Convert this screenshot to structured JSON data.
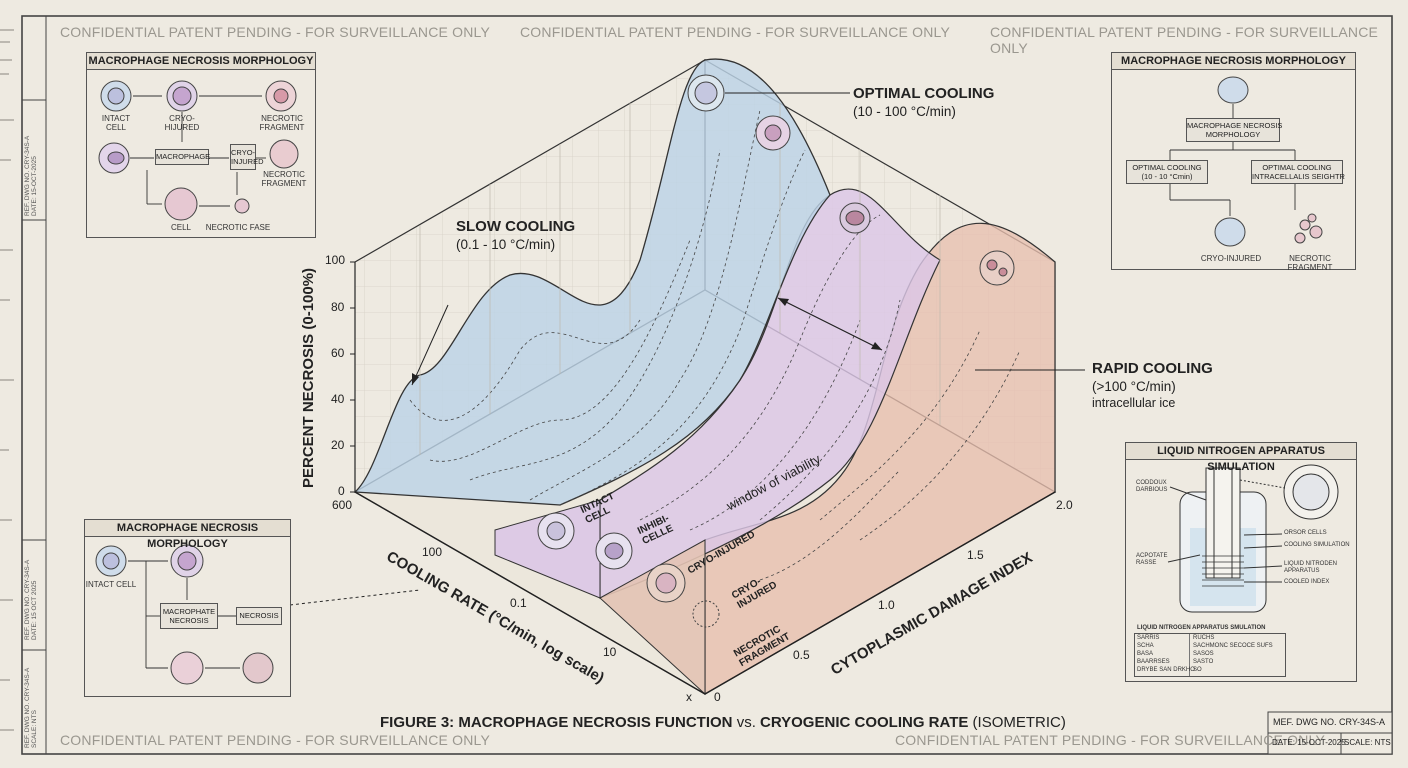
{
  "watermarks": {
    "top_left": "CONFIDENTIAL PATENT PENDING - FOR SURVEILLANCE ONLY",
    "top_center": "CONFIDENTIAL PATENT PENDING - FOR SURVEILLANCE ONLY",
    "top_right": "CONFIDENTIAL PATENT PENDING - FOR SURVEILLANCE ONLY",
    "bottom_left": "CONFIDENTIAL PATENT PENDING - FOR SURVEILLANCE ONLY",
    "bottom_right": "CONFIDENTIAL PATENT PENDING - FOR SURVEILLANCE ONLY"
  },
  "figure_title": {
    "part1": "FIGURE 3: MACROPHAGE NECROSIS FUNCTION",
    "vs": "vs.",
    "part2": "CRYOGENIC COOLING RATE",
    "part3": "(ISOMETRIC)"
  },
  "axes": {
    "y_title": "PERCENT NECROSIS (0-100%)",
    "y_ticks": [
      "100",
      "80",
      "60",
      "40",
      "20",
      "0"
    ],
    "x_title": "COOLING RATE (°C/min, log scale)",
    "x_ticks": [
      "600",
      "100",
      "0.1",
      "10"
    ],
    "x_end": "x",
    "z_title": "CYTOPLASMIC DAMAGE INDEX",
    "z_ticks": [
      "0",
      "0.5",
      "1.0",
      "1.5",
      "2.0"
    ]
  },
  "annotations": {
    "slow": {
      "title": "SLOW COOLING",
      "sub": "(0.1 - 10 °C/min)"
    },
    "optimal": {
      "title": "OPTIMAL COOLING",
      "sub": "(10 - 100 °C/min)"
    },
    "rapid": {
      "title": "RAPID COOLING",
      "sub": "(>100 °C/min)",
      "note": "intracellular ice"
    },
    "window": "window of viability"
  },
  "surface_labels": {
    "intact": "INTACT\nCELL",
    "inhibited": "INHIBI-\nCELLE",
    "cryo1": "CRYO-INJURED",
    "cryo2": "CRYO-\nINJURED",
    "necrotic": "NECROTIC\nFRAGMENT"
  },
  "inset_top_left": {
    "title": "MACROPHAGE NECROSIS MORPHOLOGY",
    "intact": "INTACT\nCELL",
    "cryo": "CRYO-\nHIJURED",
    "necrotic1": "NECROTIC\nFRAGMENT",
    "macrophage": "MACROPHAGE",
    "cryo_injured": "CRYO-\nINJURED",
    "necrotic2": "NECROTIC\nFRAGMENT",
    "cell": "CELL",
    "necrotic_fase": "NECROTIC FASE"
  },
  "inset_top_right": {
    "title": "MACROPHAGE NECROSIS MORPHOLOGY",
    "center": "MACROPHAGE NECROSIS\nMORPHOLOGY",
    "left": "OPTIMAL COOLING\n(10 - 10 °Cmin)",
    "right": "OPTIMAL COOLING\nINTRACELLALIS SEIGHTR",
    "cryo": "CRYO-INJURED",
    "necrotic": "NECROTIC FRAGMENT"
  },
  "inset_bottom_left": {
    "title": "MACROPHAGE NECROSIS MORPHOLOGY",
    "intact": "INTACT CELL",
    "macrophage": "MACROPHATE\nNECROSIS",
    "necrosis": "NECROSIS"
  },
  "inset_apparatus": {
    "title": "LIQUID NITROGEN APPARATUS SIMULATION",
    "l1": "CODDOUX\nDARBIOUS",
    "l2": "ACPOTATE\nRASSE",
    "r1": "ORSOR CELLS",
    "r2": "COOLING SIMULATION",
    "r3": "LIQUID NITRODEN\nAPPARATUS",
    "r4": "COOLED INDEX",
    "table_title": "LIQUID NITROGEN APPARATUS SMULATION",
    "rows": [
      [
        "SARRIS",
        "RUCHS"
      ],
      [
        "SCHA",
        "SACHMONC SECOCE SUFS"
      ],
      [
        "BASA",
        "SASOS"
      ],
      [
        "BAARRSES",
        "SASTO"
      ],
      [
        "DRYBE SAN DRKHO",
        "SO"
      ]
    ]
  },
  "title_block": {
    "ref": "MEF. DWG NO. CRY-34S-A",
    "date": "DATE: 15-OCT-2025",
    "scale": "SCALE: NTS"
  },
  "margin_notes": {
    "top": "REF. DWG NO. CRY-34S-A\nDATE: 15-OCT-2025",
    "middle": "REF. DWG NO. CRY-34S-A\nDATE: 15 OCT 2025",
    "bottom": "REF. DWG NO. CRY-34S-A\nSCALE: NTS"
  },
  "colors": {
    "blue_surface": "#bcd3e6",
    "purple_surface": "#dcc7e6",
    "red_surface": "#e8bfae",
    "paper": "#eeeae1",
    "ink": "#222222"
  }
}
